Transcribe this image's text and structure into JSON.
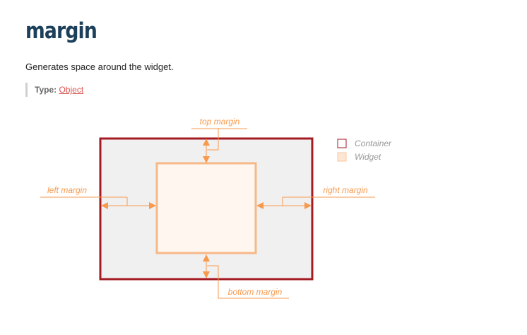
{
  "header": {
    "title": "margin",
    "description": "Generates space around the widget."
  },
  "type": {
    "label": "Type:",
    "value": "Object"
  },
  "diagram": {
    "labels": {
      "top": "top margin",
      "left": "left margin",
      "right": "right margin",
      "bottom": "bottom margin"
    },
    "legend": [
      {
        "label": "Container",
        "color": "#a51b24"
      },
      {
        "label": "Widget",
        "color": "#f8c89e"
      }
    ],
    "colors": {
      "container_border": "#a51b24",
      "container_fill": "#f0f0f0",
      "widget_border": "#f6b887",
      "widget_fill": "#fff6f0",
      "annotation": "#f79a4e",
      "legend_text": "#999999"
    }
  }
}
